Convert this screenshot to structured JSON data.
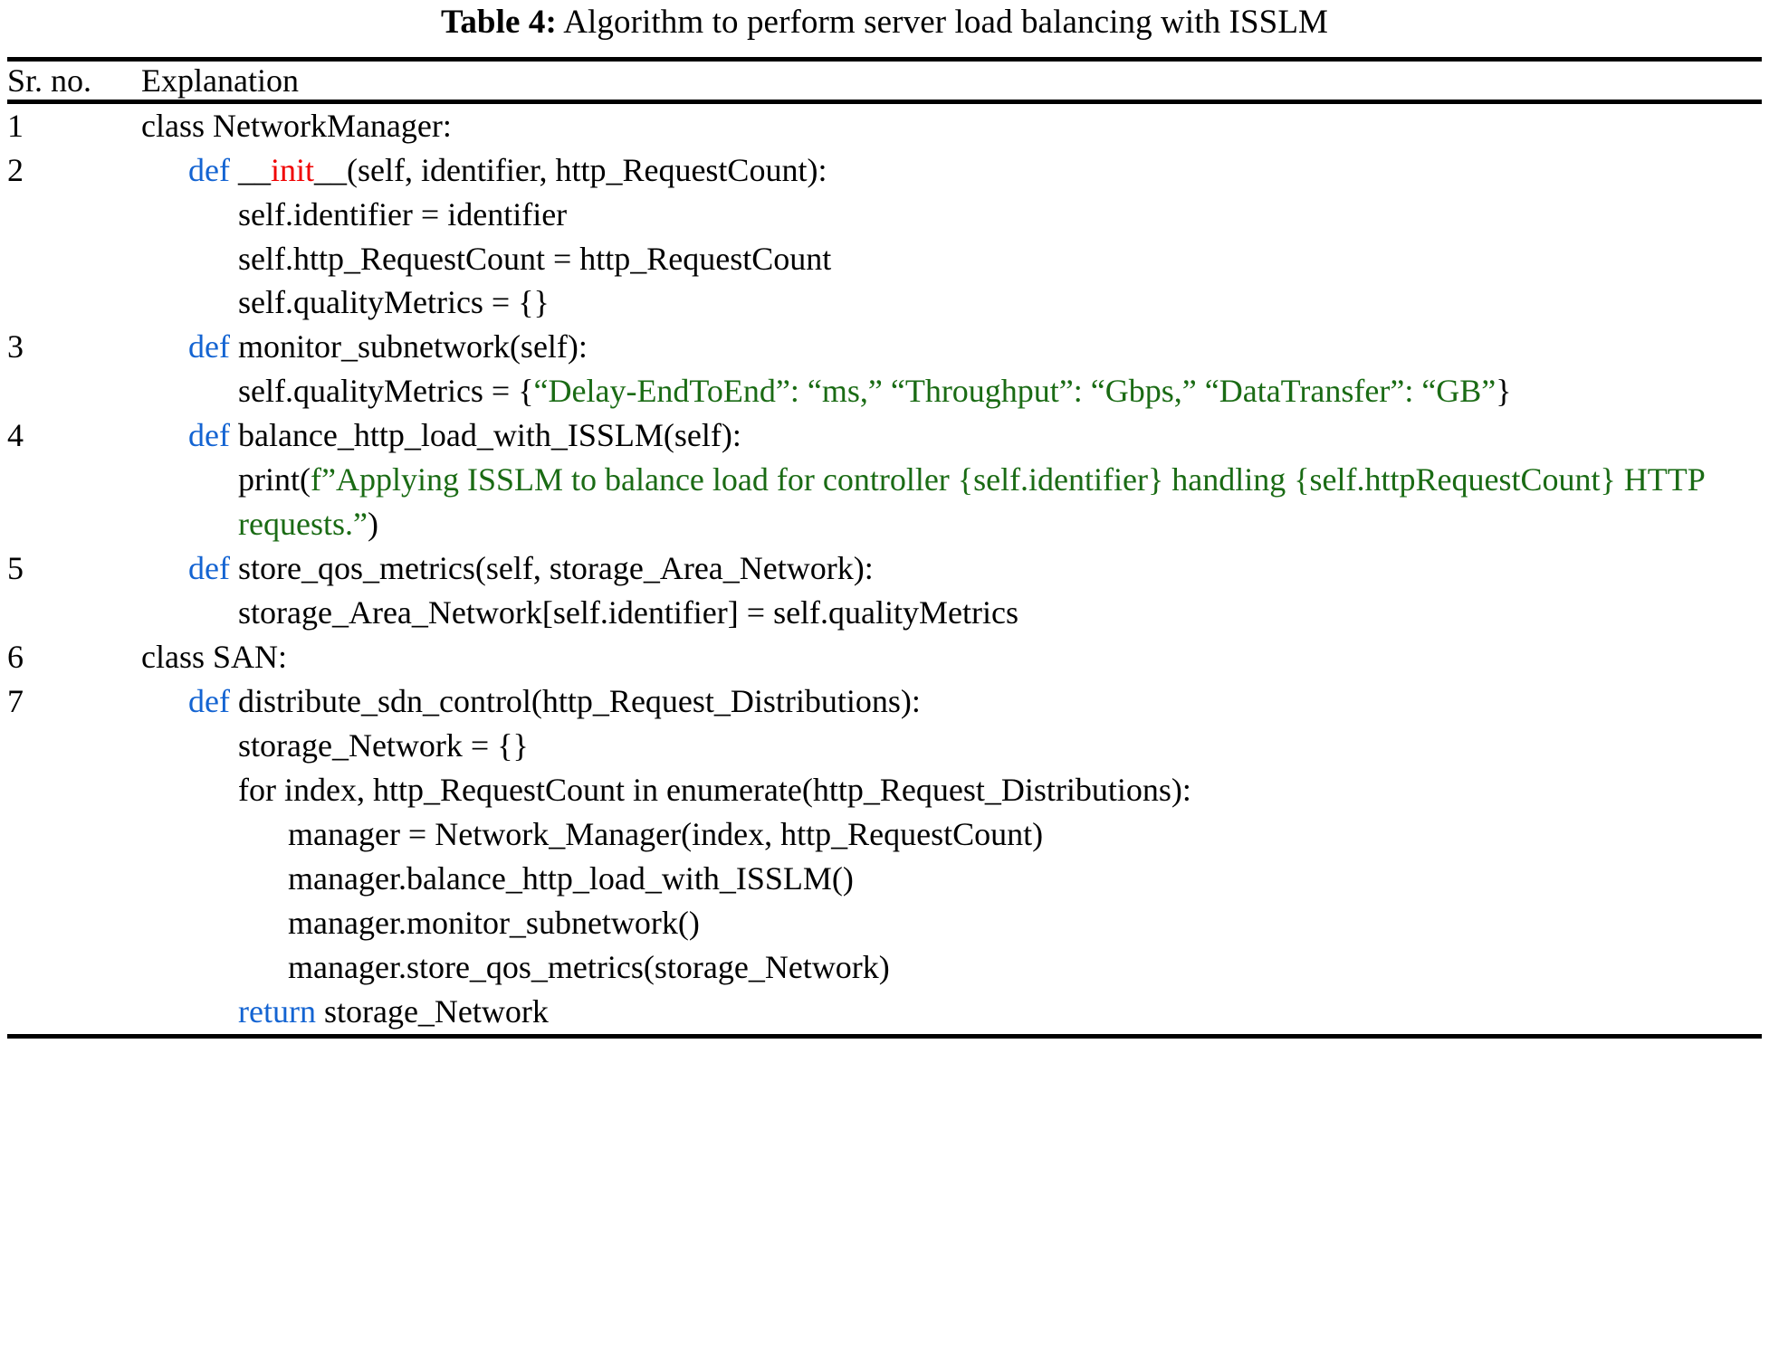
{
  "caption": {
    "label": "Table 4:",
    "text": "Algorithm to perform server load balancing with ISSLM"
  },
  "colors": {
    "keyword_blue": "#1464d2",
    "magic_red": "#f00000",
    "string_green": "#1a6b14",
    "text_black": "#000000",
    "rule_black": "#000000",
    "background": "#ffffff"
  },
  "table": {
    "headers": [
      "Sr. no.",
      "Explanation"
    ],
    "rows": [
      {
        "num": "1",
        "lines": [
          {
            "indent": 0,
            "tokens": [
              {
                "t": "class NetworkManager:",
                "c": "pl"
              }
            ]
          }
        ]
      },
      {
        "num": "2",
        "lines": [
          {
            "indent": 1,
            "tokens": [
              {
                "t": "def ",
                "c": "kw"
              },
              {
                "t": "__",
                "c": "pl"
              },
              {
                "t": "init",
                "c": "magic"
              },
              {
                "t": "__(self, identifier, http_RequestCount):",
                "c": "pl"
              }
            ]
          },
          {
            "indent": 2,
            "tokens": [
              {
                "t": "self.identifier = identifier",
                "c": "pl"
              }
            ]
          },
          {
            "indent": 2,
            "tokens": [
              {
                "t": "self.http_RequestCount = http_RequestCount",
                "c": "pl"
              }
            ]
          },
          {
            "indent": 2,
            "tokens": [
              {
                "t": "self.qualityMetrics = {}",
                "c": "pl"
              }
            ]
          }
        ]
      },
      {
        "num": "3",
        "lines": [
          {
            "indent": 1,
            "tokens": [
              {
                "t": "def ",
                "c": "kw"
              },
              {
                "t": "monitor_subnetwork(self):",
                "c": "pl"
              }
            ]
          },
          {
            "indent": 2,
            "tokens": [
              {
                "t": "self.qualityMetrics = {",
                "c": "pl"
              },
              {
                "t": "“Delay-EndToEnd”: “ms,” “Throughput”: “Gbps,” “DataTransfer”: “GB”",
                "c": "str"
              },
              {
                "t": "}",
                "c": "pl"
              }
            ]
          }
        ]
      },
      {
        "num": "4",
        "lines": [
          {
            "indent": 1,
            "tokens": [
              {
                "t": "def ",
                "c": "kw"
              },
              {
                "t": "balance_http_load_with_ISSLM(self):",
                "c": "pl"
              }
            ]
          },
          {
            "indent": 2,
            "tokens": [
              {
                "t": "print(",
                "c": "pl"
              },
              {
                "t": "f”Applying ISSLM to balance load for controller {self.identifier} handling {self.httpRequestCount} HTTP requests.”",
                "c": "str"
              },
              {
                "t": ")",
                "c": "pl"
              }
            ]
          }
        ]
      },
      {
        "num": "5",
        "lines": [
          {
            "indent": 1,
            "tokens": [
              {
                "t": "def ",
                "c": "kw"
              },
              {
                "t": "store_qos_metrics(self, storage_Area_Network):",
                "c": "pl"
              }
            ]
          },
          {
            "indent": 2,
            "tokens": [
              {
                "t": "storage_Area_Network[self.identifier] = self.qualityMetrics",
                "c": "pl"
              }
            ]
          }
        ]
      },
      {
        "num": "6",
        "lines": [
          {
            "indent": 0,
            "tokens": [
              {
                "t": "class SAN:",
                "c": "pl"
              }
            ]
          }
        ]
      },
      {
        "num": "7",
        "lines": [
          {
            "indent": 1,
            "tokens": [
              {
                "t": "def ",
                "c": "kw"
              },
              {
                "t": "distribute_sdn_control(http_Request_Distributions):",
                "c": "pl"
              }
            ]
          },
          {
            "indent": 2,
            "tokens": [
              {
                "t": "storage_Network = {}",
                "c": "pl"
              }
            ]
          },
          {
            "indent": 2,
            "tokens": [
              {
                "t": "for index, http_RequestCount in enumerate(http_Request_Distributions):",
                "c": "pl"
              }
            ]
          },
          {
            "indent": 3,
            "tokens": [
              {
                "t": "manager = Network_Manager(index, http_RequestCount)",
                "c": "pl"
              }
            ]
          },
          {
            "indent": 3,
            "tokens": [
              {
                "t": "manager.balance_http_load_with_ISSLM()",
                "c": "pl"
              }
            ]
          },
          {
            "indent": 3,
            "tokens": [
              {
                "t": "manager.monitor_subnetwork()",
                "c": "pl"
              }
            ]
          },
          {
            "indent": 3,
            "tokens": [
              {
                "t": "manager.store_qos_metrics(storage_Network)",
                "c": "pl"
              }
            ]
          },
          {
            "indent": 2,
            "tokens": [
              {
                "t": "return ",
                "c": "kw"
              },
              {
                "t": "storage_Network",
                "c": "pl"
              }
            ]
          }
        ]
      }
    ]
  }
}
